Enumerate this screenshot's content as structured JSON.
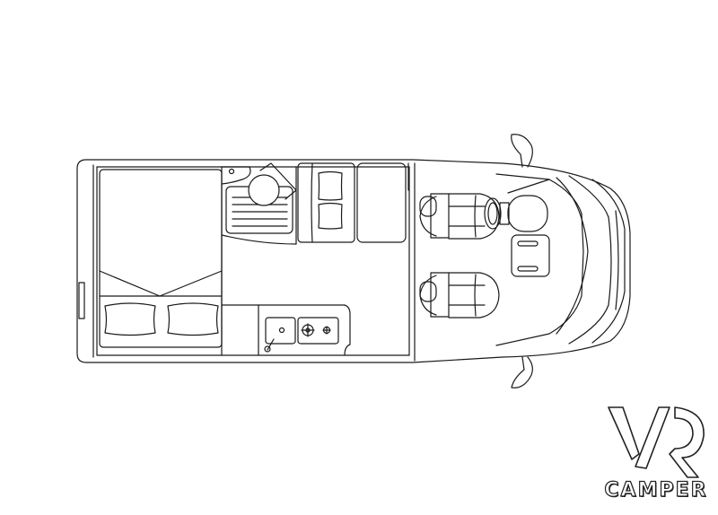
{
  "diagram": {
    "type": "camper-van-floor-plan",
    "orientation": "top-view, front facing right",
    "stroke_color": "#1a1a1a",
    "background": "#ffffff",
    "zones": [
      {
        "id": "rear-bed",
        "label": "Rear double bed with two pillows"
      },
      {
        "id": "bathroom",
        "label": "Washroom with round toilet and shower tray"
      },
      {
        "id": "dinette-bench",
        "label": "Bench seat with two cushions"
      },
      {
        "id": "wardrobe",
        "label": "Cabinet / wardrobe"
      },
      {
        "id": "kitchen",
        "label": "Kitchen block with sink and two-burner hob"
      },
      {
        "id": "cab-seats",
        "label": "Driver and passenger swivel seats"
      },
      {
        "id": "dashboard",
        "label": "Dashboard with steering wheel"
      },
      {
        "id": "mirrors",
        "label": "Side mirrors"
      }
    ]
  },
  "logo": {
    "mark": "VR",
    "text": "CAMPER"
  }
}
